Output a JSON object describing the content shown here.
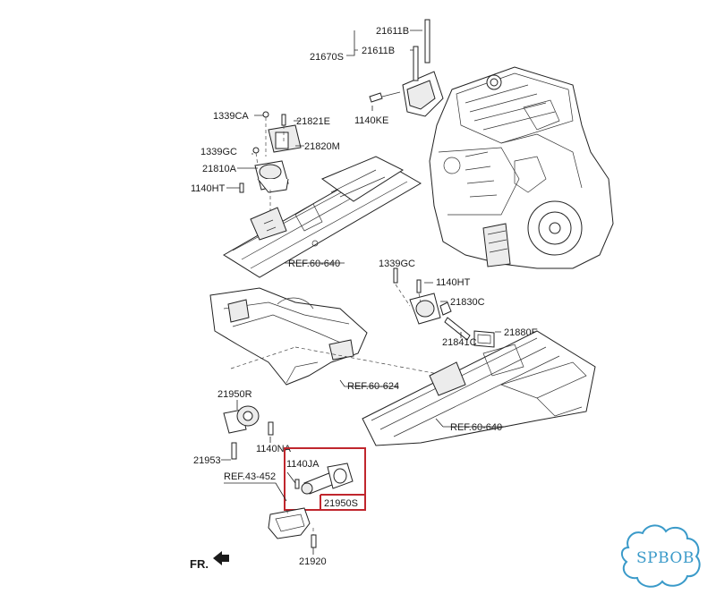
{
  "labels": {
    "l21611b_1": "21611B",
    "l21611b_2": "21611B",
    "l21670s": "21670S",
    "l1140ke": "1140KE",
    "l1339ca": "1339CA",
    "l21821e": "21821E",
    "l21820m": "21820M",
    "l1339gc_1": "1339GC",
    "l21810a": "21810A",
    "l1140ht_1": "1140HT",
    "lref60640_1": "REF.60-640",
    "l1339gc_2": "1339GC",
    "l1140ht_2": "1140HT",
    "l21830c": "21830C",
    "l21841c": "21841C",
    "l21880e": "21880E",
    "lref60624": "REF.60-624",
    "lref60640_2": "REF.60-640",
    "l21950r": "21950R",
    "l1140na": "1140NA",
    "l21953": "21953",
    "l1140ja": "1140JA",
    "lref43452": "REF.43-452",
    "l21950s": "21950S",
    "l21920": "21920",
    "lfr": "FR."
  },
  "watermark": {
    "text": "SPBOB",
    "color": "#3a9ac9"
  },
  "colors": {
    "highlight": "#c0262d",
    "line": "#222222"
  }
}
